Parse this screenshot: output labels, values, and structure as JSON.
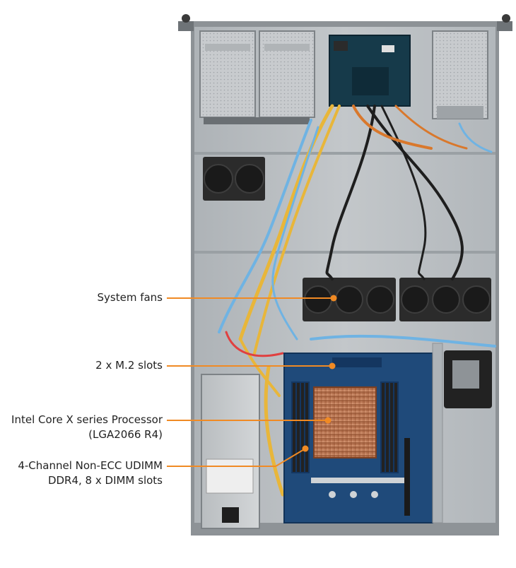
{
  "figure": {
    "callouts": [
      {
        "id": "system-fans",
        "lines": [
          "System fans"
        ]
      },
      {
        "id": "m2-slots",
        "lines": [
          "2 x M.2 slots"
        ]
      },
      {
        "id": "processor",
        "lines": [
          "Intel Core X series Processor",
          "(LGA2066 R4)"
        ]
      },
      {
        "id": "dimm",
        "lines": [
          "4-Channel Non-ECC UDIMM",
          "DDR4, 8 x DIMM slots"
        ]
      }
    ],
    "colors": {
      "callout_line": "#f08a24",
      "callout_dot": "#f08a24",
      "label_text": "#222222",
      "chassis": "#c9cdd0",
      "chassis_floor": "#b7bcc0",
      "motherboard": "#1f4a7a",
      "heatsink": "#c07a55",
      "fan": "#2b2b2b",
      "cable_blue": "#6fb3e3",
      "cable_yellow": "#e8b63a",
      "cable_black": "#1e1e1e",
      "cable_orange": "#d9782c"
    }
  }
}
